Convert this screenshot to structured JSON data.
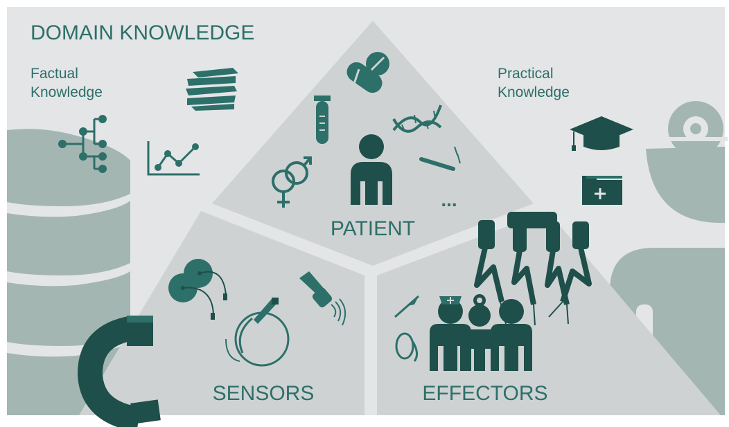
{
  "title": "DOMAIN KNOWLEDGE",
  "factual_line1": "Factual",
  "factual_line2": "Knowledge",
  "practical_line1": "Practical",
  "practical_line2": "Knowledge",
  "patient_label": "PATIENT",
  "sensors_label": "SENSORS",
  "effectors_label": "EFFECTORS",
  "ellipsis": "...",
  "colors": {
    "background": "#e3e5e6",
    "panel": "#cfd2d3",
    "silhouette": "#a4b6b2",
    "accent": "#2d6f69",
    "dark": "#1f4f4a"
  }
}
